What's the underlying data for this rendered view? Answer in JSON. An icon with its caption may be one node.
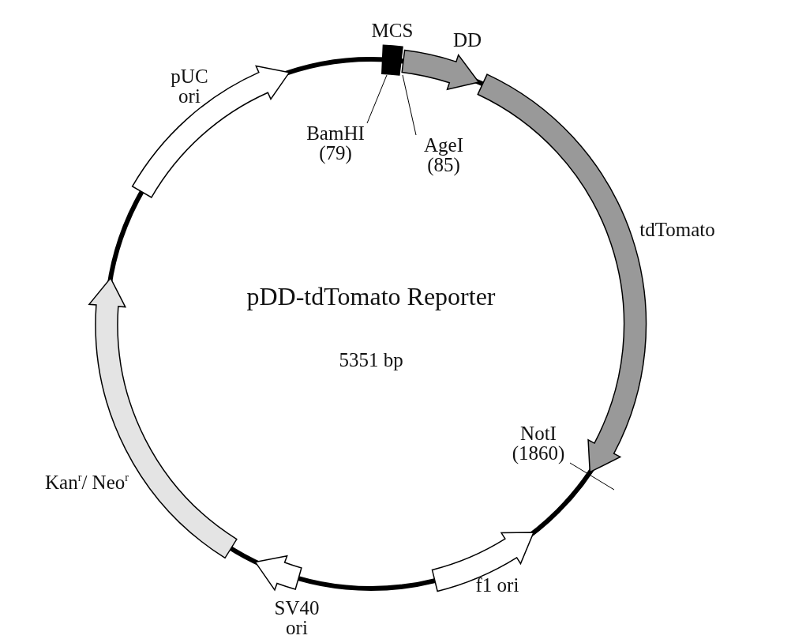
{
  "diagram": {
    "title": "pDD-tdTomato Reporter",
    "nodes": [
      {
        "text": [
          "MCS"
        ]
      },
      {
        "text": [
          "DD"
        ]
      },
      {
        "text": [
          "tdTomato"
        ]
      },
      {
        "text": [
          "f1 ori"
        ]
      },
      {
        "text": [
          "SV40 ori"
        ]
      },
      {
        "text": [
          "Kan$^{r}$/ Neo$^{r}$"
        ]
      },
      {
        "text": [
          "pUC ori"
        ]
      },
      {
        "text": [
          "BamHI (79)"
        ]
      },
      {
        "text": [
          "AgeI (85)"
        ]
      },
      {
        "text": [
          "NotI (1860)"
        ]
      }
    ],
    "edges": [
      {
        "from": 7,
        "to": 0,
        "arrow": "none"
      },
      {
        "from": 8,
        "to": 0,
        "arrow": "none"
      },
      {
        "from": 9,
        "to": null,
        "arrow": "none"
      }
    ],
    "labels": [
      "5351 bp"
    ]
  }
}
